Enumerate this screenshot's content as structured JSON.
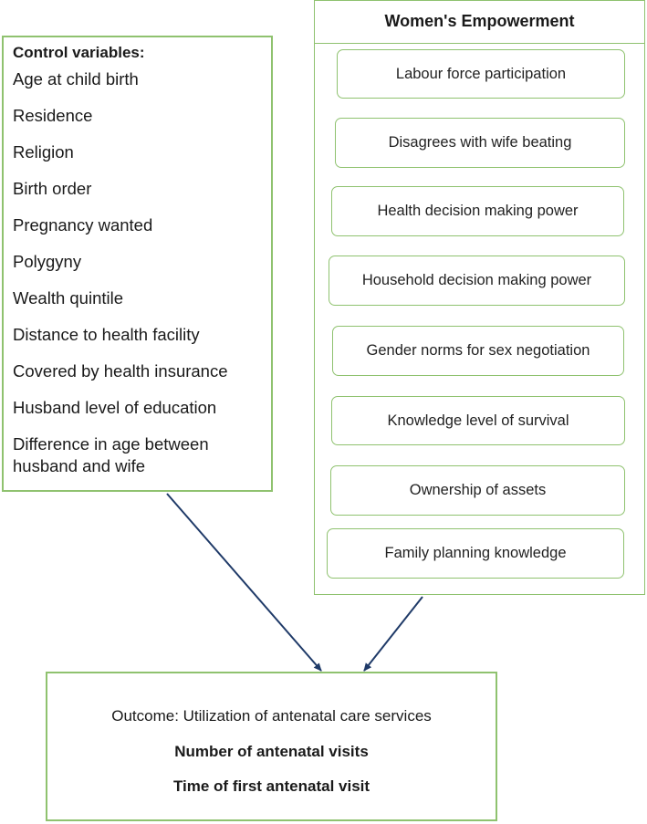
{
  "control_variables": {
    "title": "Control variables:",
    "items": [
      "Age at child birth",
      "Residence",
      "Religion",
      "Birth order",
      "Pregnancy wanted",
      "Polygyny",
      "Wealth quintile",
      "Distance to health facility",
      "Covered by health insurance",
      "Husband level of education",
      "Difference in age between husband and wife"
    ]
  },
  "womens_empowerment": {
    "title": "Women's Empowerment",
    "items": [
      "Labour force participation",
      "Disagrees with wife beating",
      "Health decision making power",
      "Household decision making power",
      "Gender norms for sex negotiation",
      "Knowledge level of survival",
      "Ownership of assets",
      "Family planning knowledge"
    ]
  },
  "outcome": {
    "label": "Outcome: Utilization of antenatal care services",
    "items": [
      "Number of antenatal visits",
      "Time of first antenatal visit"
    ]
  },
  "colors": {
    "box_border": "#8fc26f",
    "arrow": "#1f3a68"
  }
}
